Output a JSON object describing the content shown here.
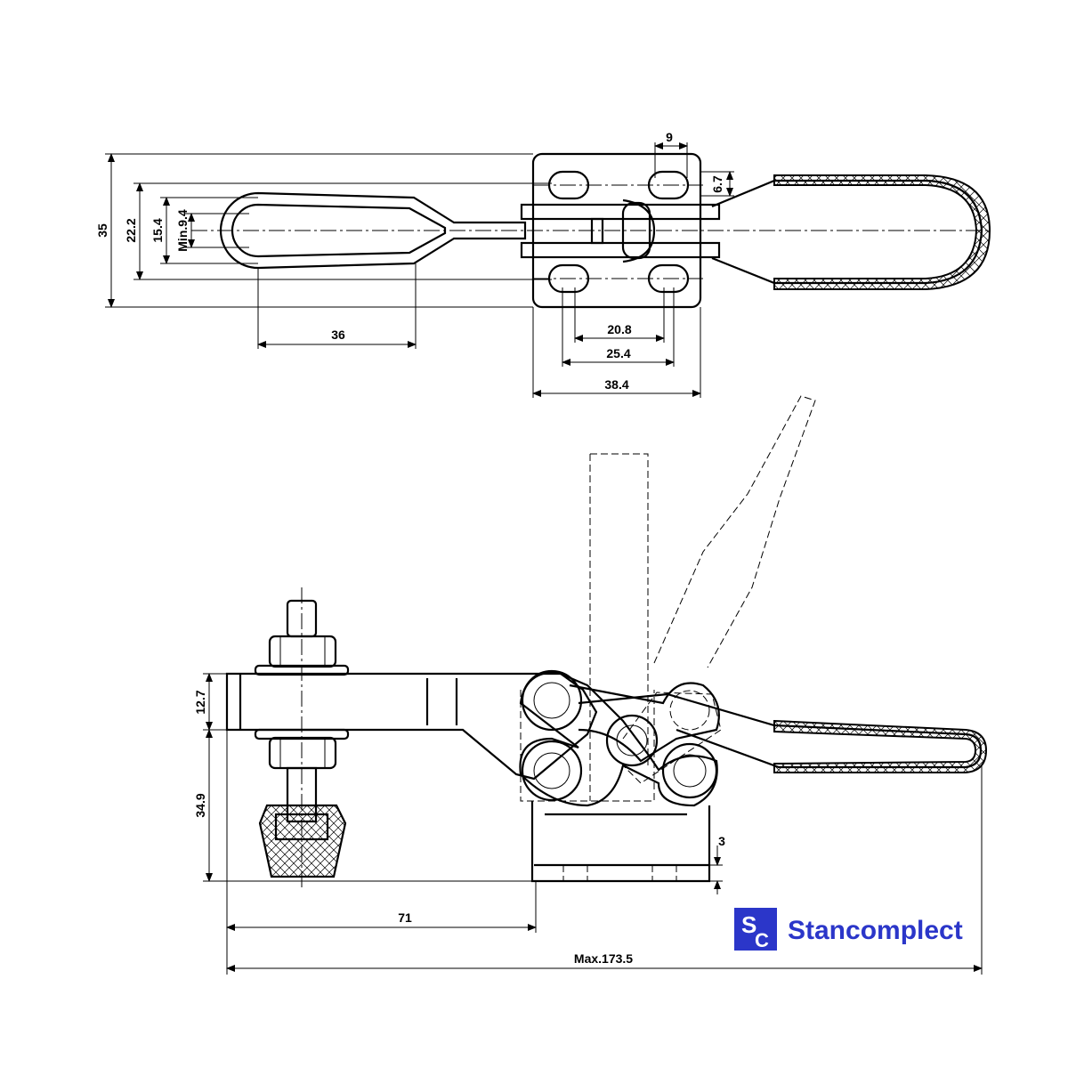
{
  "brand": {
    "name": "Stancomplect",
    "logo_letters": "SC",
    "color": "#2b36c9"
  },
  "top_view": {
    "dims": {
      "d9": "9",
      "d6_7": "6.7",
      "d35": "35",
      "d22_2": "22.2",
      "d15_4": "15.4",
      "dmin9_4": "Min.9.4",
      "d36": "36",
      "d20_8": "20.8",
      "d25_4": "25.4",
      "d38_4": "38.4"
    }
  },
  "side_view": {
    "dims": {
      "d12_7": "12.7",
      "d34_9": "34.9",
      "d3": "3",
      "d71": "71",
      "dmax": "Max.173.5"
    }
  }
}
